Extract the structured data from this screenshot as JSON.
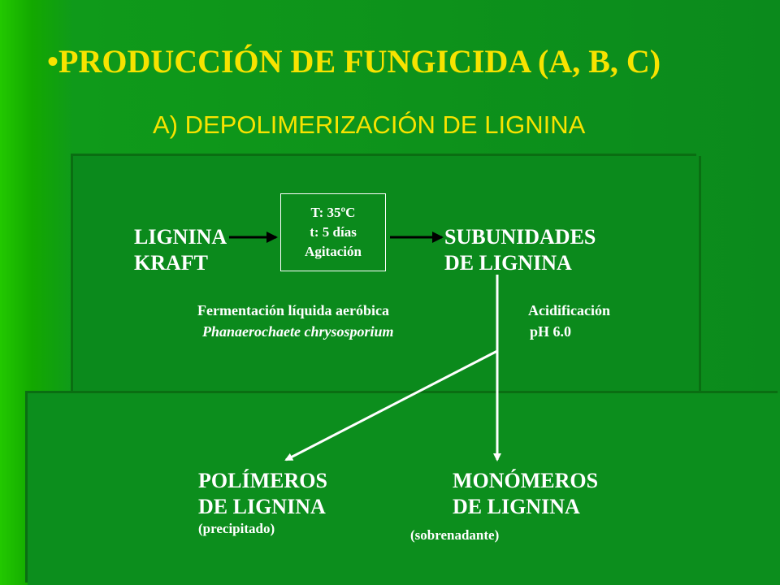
{
  "title": "•PRODUCCIÓN DE FUNGICIDA (A, B, C)",
  "subtitle": "A) DEPOLIMERIZACIÓN DE LIGNINA",
  "nodes": {
    "lignina_kraft": [
      "LIGNINA",
      "KRAFT"
    ],
    "subunidades": [
      "SUBUNIDADES",
      "DE LIGNINA"
    ],
    "polimeros": [
      "POLÍMEROS",
      "DE LIGNINA",
      "(precipitado)"
    ],
    "monomeros": [
      "MONÓMEROS",
      "DE LIGNINA",
      "(sobrenadante)"
    ]
  },
  "conditions_box": [
    "T: 35ºC",
    "t: 5 días",
    "Agitación"
  ],
  "fermentation": [
    "Fermentación líquida aeróbica",
    "Phanaerochaete chrysosporium"
  ],
  "acidification": [
    "Acidificación",
    "pH 6.0"
  ],
  "colors": {
    "title": "#f7e300",
    "text": "#ffffff",
    "background": "#0b8a1c"
  }
}
